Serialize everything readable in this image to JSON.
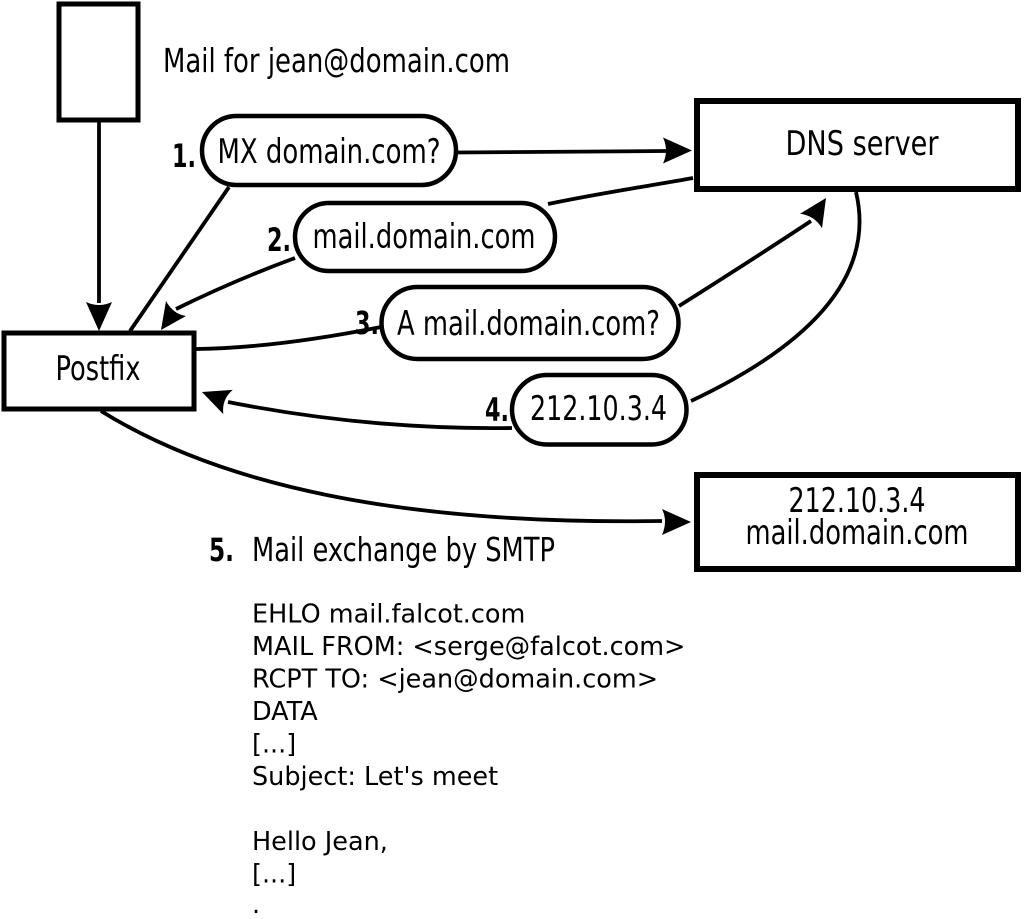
{
  "diagram": {
    "top_label": "Mail for jean@domain.com",
    "nodes": {
      "message_icon": "mail-message-icon",
      "postfix": {
        "label": "Postfix"
      },
      "dns": {
        "label": "DNS server"
      },
      "mail_server": {
        "line1": "212.10.3.4",
        "line2": "mail.domain.com"
      }
    },
    "steps": [
      {
        "number": "1.",
        "label": "MX domain.com?"
      },
      {
        "number": "2.",
        "label": "mail.domain.com"
      },
      {
        "number": "3.",
        "label": "A mail.domain.com?"
      },
      {
        "number": "4.",
        "label": "212.10.3.4"
      },
      {
        "number": "5.",
        "label": "Mail exchange by SMTP"
      }
    ],
    "smtp_session": {
      "lines": [
        "EHLO mail.falcot.com",
        "MAIL FROM: <serge@falcot.com>",
        "RCPT TO: <jean@domain.com>",
        "DATA",
        "[...]",
        "Subject: Let's meet",
        "",
        "Hello Jean,",
        "[...]",
        "."
      ]
    },
    "colors": {
      "ink": "#000000",
      "background": "#ffffff"
    }
  }
}
